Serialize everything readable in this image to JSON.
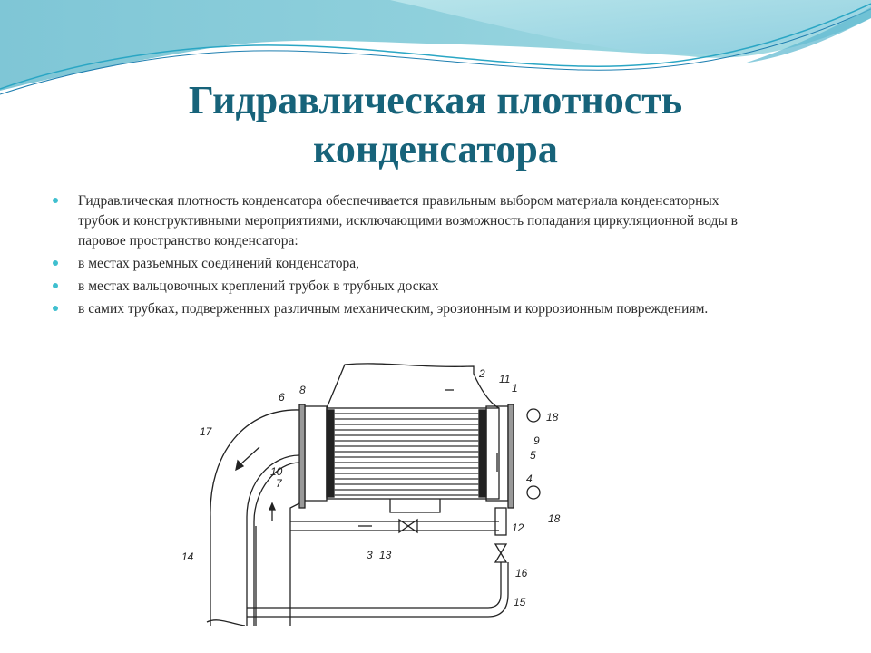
{
  "slide": {
    "title_line1": "Гидравлическая плотность",
    "title_line2": "конденсатора",
    "colors": {
      "title": "#17637a",
      "bullet": "#3fbfcf",
      "wave_light": "#a9dde6",
      "wave_mid": "#6cc3d4",
      "wave_dark": "#1e8fb0"
    },
    "bullets": [
      {
        "text": "Гидравлическая плотность конденсатора обеспечивается правильным выбором материала конденсаторных трубок и конструктивными мероприятиями, исключающими возможность попадания циркуляционной воды в паровое пространство конденсатора:"
      },
      {
        "text": "в местах разъемных соединений конденсатора,"
      },
      {
        "text": "в местах вальцовочных креплений трубок в трубных досках"
      },
      {
        "text": "в самих трубках, подверженных различным механическим, эрозионным и коррозионным повреждениям."
      }
    ],
    "diagram": {
      "description": "Схема конденсатора с трубным пучком",
      "labels": [
        "1",
        "2",
        "3",
        "4",
        "5",
        "6",
        "7",
        "8",
        "9",
        "10",
        "11",
        "12",
        "13",
        "14",
        "15",
        "16",
        "17",
        "18",
        "18"
      ]
    }
  }
}
